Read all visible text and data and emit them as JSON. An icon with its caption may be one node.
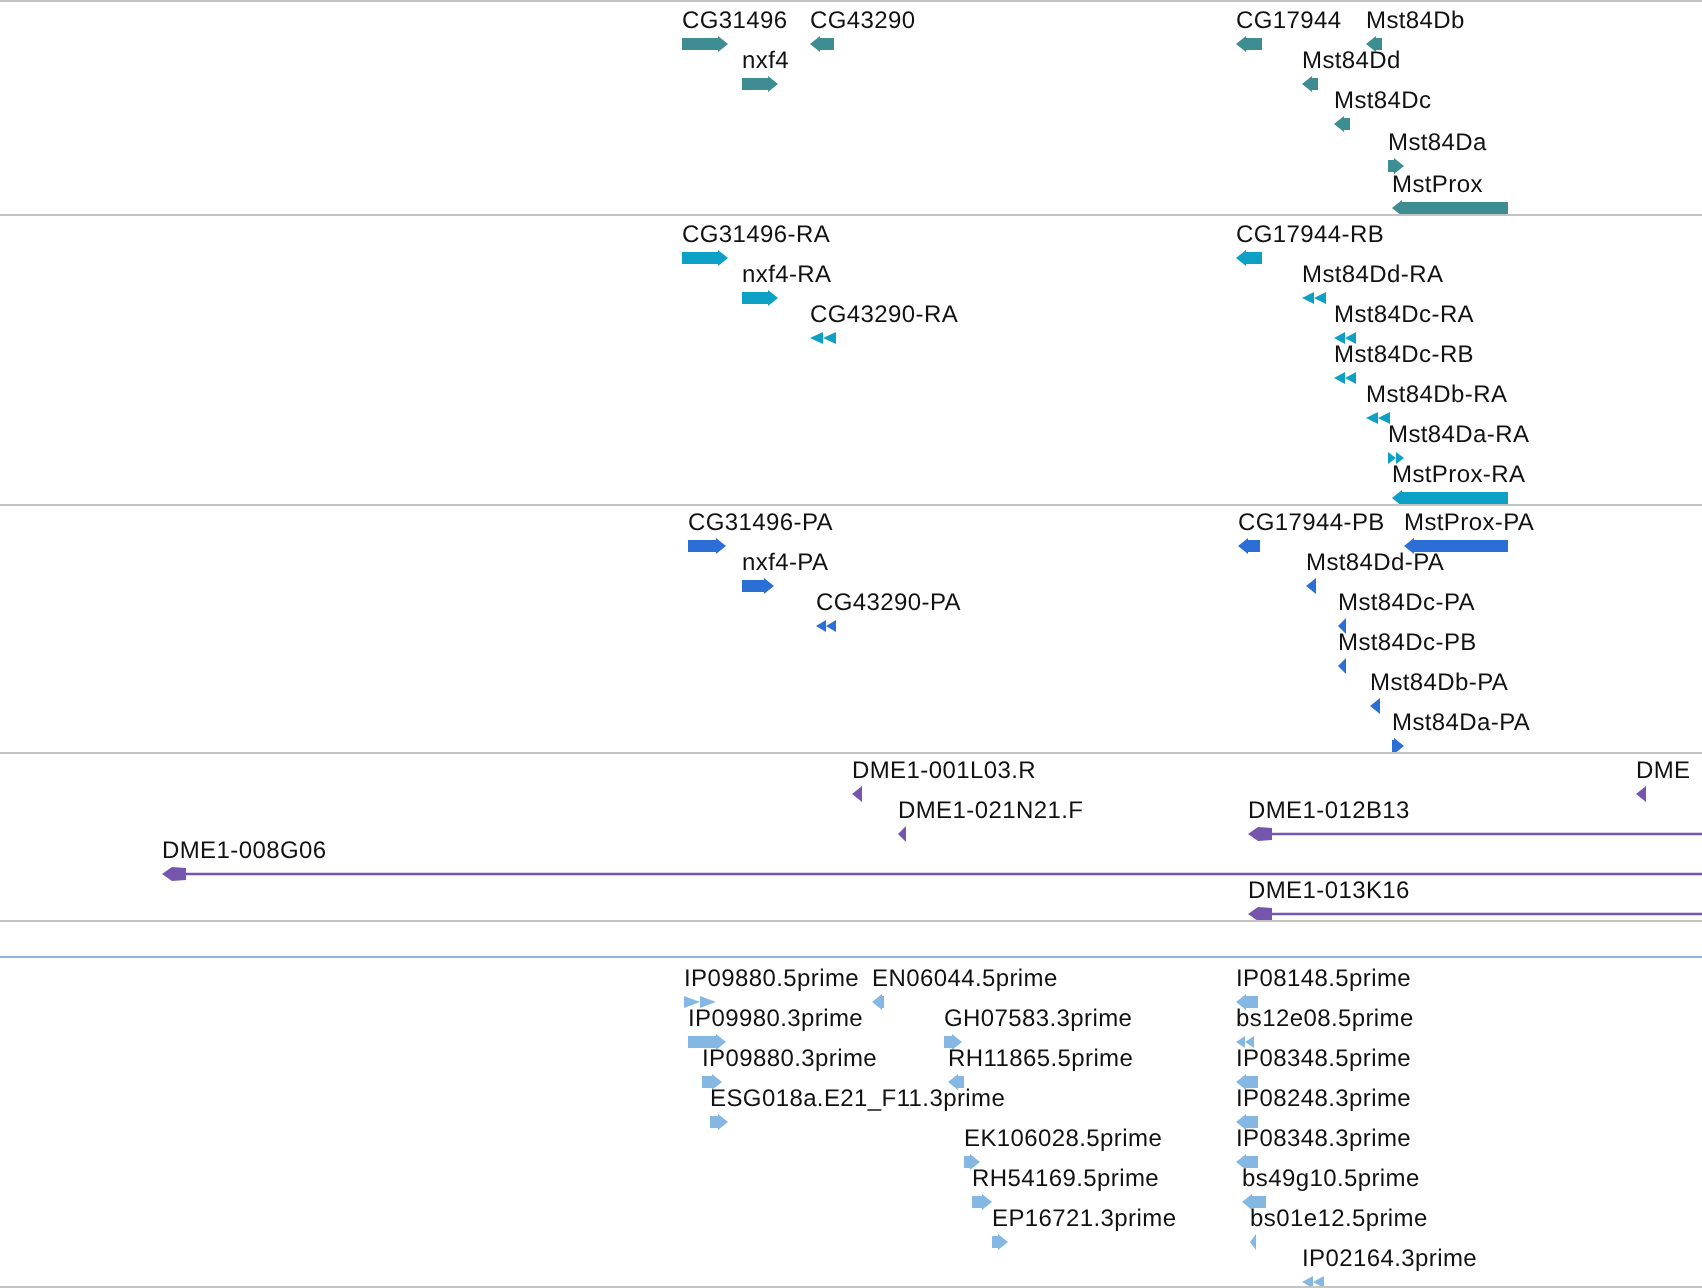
{
  "diagram": {
    "nodes": [
      {
        "text": [],
        "shape": "band"
      },
      {
        "text": [
          "CG31496"
        ],
        "in": 0
      },
      {
        "text": [
          "CG43290"
        ],
        "in": 0
      },
      {
        "text": [
          "CG17944"
        ],
        "in": 0
      },
      {
        "text": [
          "Mst84Db"
        ],
        "in": 0
      },
      {
        "text": [
          "nxf4"
        ],
        "in": 0
      },
      {
        "text": [
          "Mst84Dd"
        ],
        "in": 0
      },
      {
        "text": [
          "Mst84Dc"
        ],
        "in": 0
      },
      {
        "text": [
          "Mst84Da"
        ],
        "in": 0
      },
      {
        "text": [
          "MstProx"
        ],
        "in": 0
      },
      {
        "text": [],
        "shape": "band"
      },
      {
        "text": [
          "CG31496-RA"
        ],
        "in": 10
      },
      {
        "text": [
          "CG17944-RB"
        ],
        "in": 10
      },
      {
        "text": [
          "nxf4-RA"
        ],
        "in": 10
      },
      {
        "text": [
          "Mst84Dd-RA"
        ],
        "in": 10
      },
      {
        "text": [
          "CG43290-RA"
        ],
        "in": 10
      },
      {
        "text": [
          "Mst84Dc-RA"
        ],
        "in": 10
      },
      {
        "text": [
          "Mst84Dc-RB"
        ],
        "in": 10
      },
      {
        "text": [
          "Mst84Db-RA"
        ],
        "in": 10
      },
      {
        "text": [
          "Mst84Da-RA"
        ],
        "in": 10
      },
      {
        "text": [
          "MstProx-RA"
        ],
        "in": 10
      },
      {
        "text": [],
        "shape": "band"
      },
      {
        "text": [
          "CG31496-PA"
        ],
        "in": 21
      },
      {
        "text": [
          "CG17944-PB"
        ],
        "in": 21
      },
      {
        "text": [
          "MstProx-PA"
        ],
        "in": 21
      },
      {
        "text": [
          "nxf4-PA"
        ],
        "in": 21
      },
      {
        "text": [
          "Mst84Dd-PA"
        ],
        "in": 21
      },
      {
        "text": [
          "CG43290-PA"
        ],
        "in": 21
      },
      {
        "text": [
          "Mst84Dc-PA"
        ],
        "in": 21
      },
      {
        "text": [
          "Mst84Dc-PB"
        ],
        "in": 21
      },
      {
        "text": [
          "Mst84Db-PA"
        ],
        "in": 21
      },
      {
        "text": [
          "Mst84Da-PA"
        ],
        "in": 21
      },
      {
        "text": [],
        "shape": "band"
      },
      {
        "text": [
          "DME1-001L03.R"
        ],
        "in": 32
      },
      {
        "text": [
          "DME"
        ],
        "in": 32
      },
      {
        "text": [
          "DME1-021N21.F"
        ],
        "in": 32
      },
      {
        "text": [
          "DME1-012B13"
        ],
        "in": 32
      },
      {
        "text": [
          "DME1-008G06"
        ],
        "in": 32
      },
      {
        "text": [
          "DME1-013K16"
        ],
        "in": 32
      },
      {
        "text": [],
        "shape": "band"
      },
      {
        "text": [],
        "shape": "band"
      },
      {
        "text": [
          "IP09880.5prime"
        ],
        "in": 40
      },
      {
        "text": [
          "EN06044.5prime"
        ],
        "in": 40
      },
      {
        "text": [
          "IP08148.5prime"
        ],
        "in": 40
      },
      {
        "text": [
          "IP09980.3prime"
        ],
        "in": 40
      },
      {
        "text": [
          "GH07583.3prime"
        ],
        "in": 40
      },
      {
        "text": [
          "bs12e08.5prime"
        ],
        "in": 40
      },
      {
        "text": [
          "IP09880.3prime"
        ],
        "in": 40
      },
      {
        "text": [
          "RH11865.5prime"
        ],
        "in": 40
      },
      {
        "text": [
          "IP08348.5prime"
        ],
        "in": 40
      },
      {
        "text": [
          "ESG018a.E21_F11.3prime"
        ],
        "in": 40
      },
      {
        "text": [
          "IP08248.3prime"
        ],
        "in": 40
      },
      {
        "text": [
          "EK106028.5prime"
        ],
        "in": 40
      },
      {
        "text": [
          "IP08348.3prime"
        ],
        "in": 40
      },
      {
        "text": [
          "RH54169.5prime"
        ],
        "in": 40
      },
      {
        "text": [
          "bs49g10.5prime"
        ],
        "in": 40
      },
      {
        "text": [
          "EP16721.3prime"
        ],
        "in": 40
      },
      {
        "text": [
          "bs01e12.5prime"
        ],
        "in": 40
      },
      {
        "text": [
          "IP02164.3prime"
        ],
        "in": 40
      }
    ]
  }
}
